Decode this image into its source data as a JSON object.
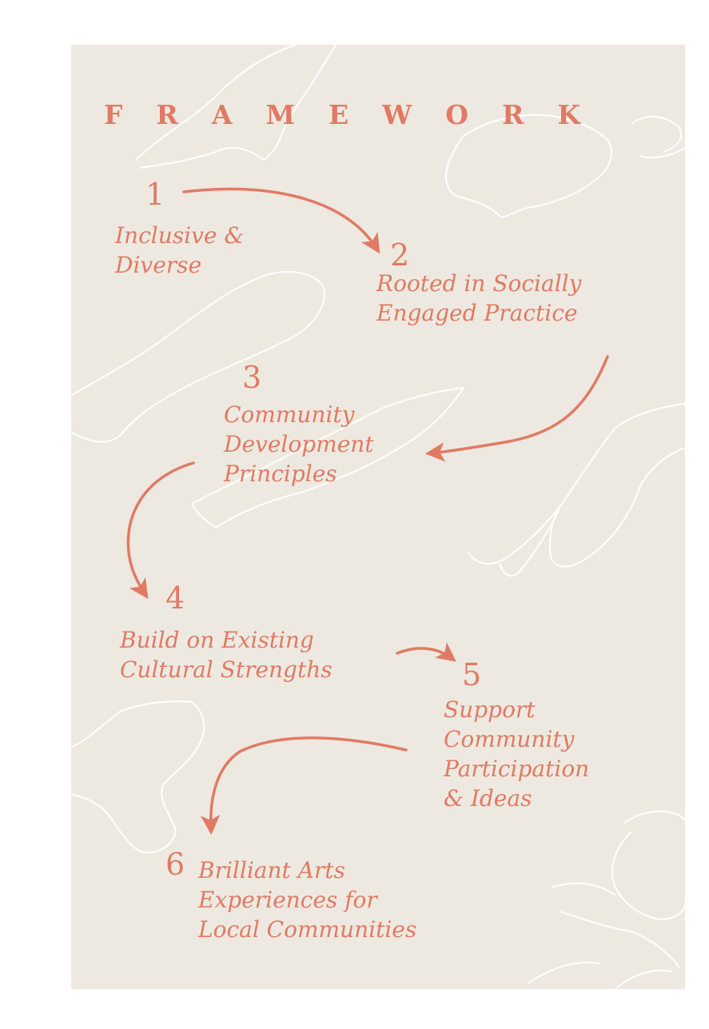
{
  "title": "FRAMEWORK",
  "accent_color": "#e07a64",
  "background_color": "#eee9e0",
  "map_line_color": "#ffffff",
  "steps": [
    {
      "number": "1",
      "lines": [
        "Inclusive &",
        "Diverse"
      ]
    },
    {
      "number": "2",
      "lines": [
        "Rooted in Socially",
        "Engaged Practice"
      ]
    },
    {
      "number": "3",
      "lines": [
        "Community",
        "Development",
        "Principles"
      ]
    },
    {
      "number": "4",
      "lines": [
        "Build on Existing",
        "Cultural Strengths"
      ]
    },
    {
      "number": "5",
      "lines": [
        "Support",
        "Community",
        "Participation",
        "& Ideas"
      ]
    },
    {
      "number": "6",
      "lines": [
        "Brilliant Arts",
        "Experiences for",
        "Local Communities"
      ]
    }
  ]
}
